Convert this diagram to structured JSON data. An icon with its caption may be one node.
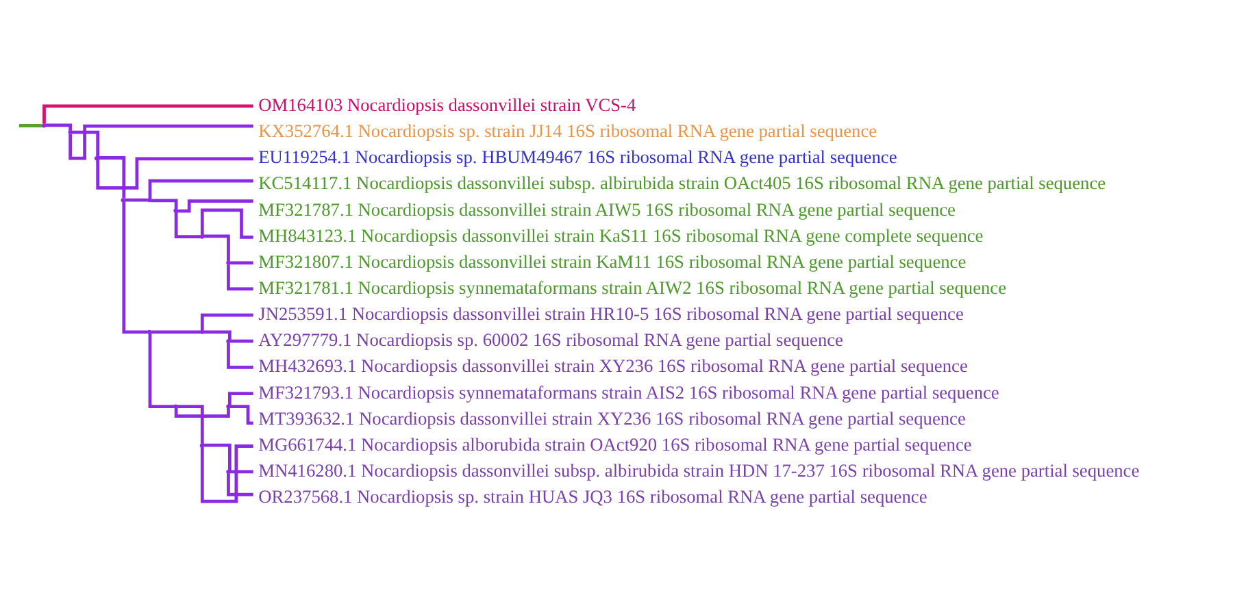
{
  "diagram": {
    "nodes": [
      {
        "text": [
          "OM164103 Nocardiopsis dassonvillei strain VCS-4"
        ]
      },
      {
        "text": [
          "KX352764.1 Nocardiopsis sp. strain JJ14 16S ribosomal RNA gene partial sequence"
        ]
      },
      {
        "text": [
          "EU119254.1 Nocardiopsis sp. HBUM49467 16S ribosomal RNA gene partial sequence"
        ]
      },
      {
        "text": [
          "KC514117.1 Nocardiopsis dassonvillei subsp. albirubida strain OAct405 16S ribosomal RNA gene partial sequence"
        ]
      },
      {
        "text": [
          "MF321787.1 Nocardiopsis dassonvillei strain AIW5 16S ribosomal RNA gene partial sequence"
        ]
      },
      {
        "text": [
          "MH843123.1 Nocardiopsis dassonvillei strain KaS11 16S ribosomal RNA gene complete sequence"
        ]
      },
      {
        "text": [
          "MF321807.1 Nocardiopsis dassonvillei strain KaM11 16S ribosomal RNA gene partial sequence"
        ]
      },
      {
        "text": [
          "MF321781.1 Nocardiopsis synnemataformans strain AIW2 16S ribosomal RNA gene partial sequence"
        ]
      },
      {
        "text": [
          "JN253591.1 Nocardiopsis dassonvillei strain HR10-5 16S ribosomal RNA gene partial sequence"
        ]
      },
      {
        "text": [
          "AY297779.1 Nocardiopsis sp. 60002 16S ribosomal RNA gene partial sequence"
        ]
      },
      {
        "text": [
          "MH432693.1 Nocardiopsis dassonvillei strain XY236 16S ribosomal RNA gene partial sequence"
        ]
      },
      {
        "text": [
          "MF321793.1 Nocardiopsis synnemataformans strain AIS2 16S ribosomal RNA gene partial sequence"
        ]
      },
      {
        "text": [
          "MT393632.1 Nocardiopsis dassonvillei strain XY236 16S ribosomal RNA gene partial sequence"
        ]
      },
      {
        "text": [
          "MG661744.1 Nocardiopsis alborubida strain OAct920 16S ribosomal RNA gene partial sequence"
        ]
      },
      {
        "text": [
          "MN416280.1 Nocardiopsis dassonvillei subsp. albirubida strain HDN 17-237 16S ribosomal RNA gene partial sequence"
        ]
      },
      {
        "text": [
          "OR237568.1 Nocardiopsis sp. strain HUAS JQ3 16S ribosomal RNA gene partial sequence"
        ]
      },
      {
        "text": [],
        "shape": "point"
      },
      {
        "text": [],
        "shape": "point"
      },
      {
        "text": [],
        "shape": "point"
      },
      {
        "text": [],
        "shape": "point"
      },
      {
        "text": [],
        "shape": "point"
      },
      {
        "text": [],
        "shape": "point"
      },
      {
        "text": [],
        "shape": "point"
      },
      {
        "text": [],
        "shape": "point"
      },
      {
        "text": [],
        "shape": "point"
      },
      {
        "text": [],
        "shape": "point"
      },
      {
        "text": [],
        "shape": "point"
      },
      {
        "text": [],
        "shape": "point"
      },
      {
        "text": [],
        "shape": "point"
      },
      {
        "text": [],
        "shape": "point"
      },
      {
        "text": [],
        "shape": "point"
      }
    ],
    "edges": [
      {
        "from": null,
        "to": 16,
        "arrow": "none",
        "color": "#5aa02c"
      },
      {
        "from": 16,
        "to": 0,
        "arrow": "none",
        "color": "#d4146e"
      },
      {
        "from": 16,
        "to": 17,
        "arrow": "none"
      },
      {
        "from": 17,
        "to": 1,
        "arrow": "none"
      },
      {
        "from": 17,
        "to": 18,
        "arrow": "none"
      },
      {
        "from": 18,
        "to": 2,
        "arrow": "none"
      },
      {
        "from": 18,
        "to": 19,
        "arrow": "none"
      },
      {
        "from": 19,
        "to": 20,
        "arrow": "none"
      },
      {
        "from": 19,
        "to": 24,
        "arrow": "none"
      },
      {
        "from": 20,
        "to": 3,
        "arrow": "none"
      },
      {
        "from": 20,
        "to": 21,
        "arrow": "none"
      },
      {
        "from": 21,
        "to": 4,
        "arrow": "none"
      },
      {
        "from": 21,
        "to": 22,
        "arrow": "none"
      },
      {
        "from": 22,
        "to": 5,
        "arrow": "none"
      },
      {
        "from": 22,
        "to": 23,
        "arrow": "none"
      },
      {
        "from": 23,
        "to": 6,
        "arrow": "none"
      },
      {
        "from": 23,
        "to": 7,
        "arrow": "none"
      },
      {
        "from": 24,
        "to": 25,
        "arrow": "none"
      },
      {
        "from": 24,
        "to": 27,
        "arrow": "none"
      },
      {
        "from": 25,
        "to": 8,
        "arrow": "none"
      },
      {
        "from": 25,
        "to": 26,
        "arrow": "none"
      },
      {
        "from": 26,
        "to": 9,
        "arrow": "none"
      },
      {
        "from": 26,
        "to": 10,
        "arrow": "none"
      },
      {
        "from": 27,
        "to": 28,
        "arrow": "none"
      },
      {
        "from": 27,
        "to": 29,
        "arrow": "none"
      },
      {
        "from": 28,
        "to": 11,
        "arrow": "none"
      },
      {
        "from": 28,
        "to": 12,
        "arrow": "none"
      },
      {
        "from": 29,
        "to": 13,
        "arrow": "none"
      },
      {
        "from": 29,
        "to": 30,
        "arrow": "none"
      },
      {
        "from": 30,
        "to": 14,
        "arrow": "none"
      },
      {
        "from": 30,
        "to": 15,
        "arrow": "none"
      }
    ]
  }
}
